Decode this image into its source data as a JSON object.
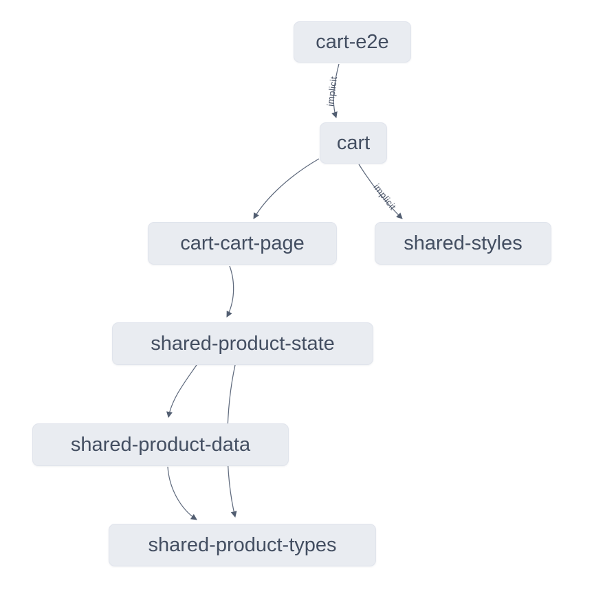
{
  "graph": {
    "nodes": [
      {
        "id": "cart-e2e",
        "label": "cart-e2e"
      },
      {
        "id": "cart",
        "label": "cart"
      },
      {
        "id": "cart-cart-page",
        "label": "cart-cart-page"
      },
      {
        "id": "shared-styles",
        "label": "shared-styles"
      },
      {
        "id": "shared-product-state",
        "label": "shared-product-state"
      },
      {
        "id": "shared-product-data",
        "label": "shared-product-data"
      },
      {
        "id": "shared-product-types",
        "label": "shared-product-types"
      }
    ],
    "edges": [
      {
        "source": "cart-e2e",
        "target": "cart",
        "label": "implicit"
      },
      {
        "source": "cart",
        "target": "cart-cart-page",
        "label": ""
      },
      {
        "source": "cart",
        "target": "shared-styles",
        "label": "implicit"
      },
      {
        "source": "cart-cart-page",
        "target": "shared-product-state",
        "label": ""
      },
      {
        "source": "shared-product-state",
        "target": "shared-product-data",
        "label": ""
      },
      {
        "source": "shared-product-state",
        "target": "shared-product-types",
        "label": ""
      },
      {
        "source": "shared-product-data",
        "target": "shared-product-types",
        "label": ""
      }
    ],
    "colors": {
      "background": "#ffffff",
      "node_fill": "#e9ecf1",
      "node_border": "#e0e4ec",
      "node_text": "#434e61",
      "edge_stroke": "#5f6a7d",
      "edge_arrow": "#525e71",
      "edge_label_text": "#4b5568"
    }
  }
}
